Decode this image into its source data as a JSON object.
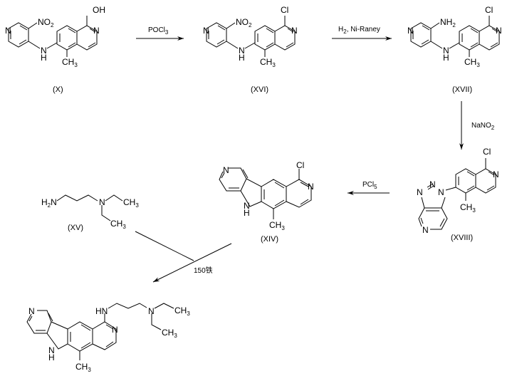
{
  "compounds": {
    "X": {
      "label": "(X)",
      "substituent": "OH",
      "pyridine_group": "NO2"
    },
    "XVI": {
      "label": "(XVI)",
      "substituent": "Cl",
      "pyridine_group": "NO2"
    },
    "XVII": {
      "label": "(XVII)",
      "substituent": "Cl",
      "pyridine_group": "NH2"
    },
    "XVIII": {
      "label": "(XVIII)",
      "substituent": "Cl"
    },
    "XIV": {
      "label": "(XIV)",
      "substituent": "Cl"
    },
    "XV": {
      "label": "(XV)"
    },
    "product": {
      "label": ""
    }
  },
  "atoms": {
    "N": "N",
    "H": "H",
    "NH": "HN",
    "O": "O",
    "C": "C",
    "Cl": "Cl",
    "CH": "CH",
    "sub3": "3",
    "sub2": "2",
    "H2": "H",
    "NO": "NO",
    "NH2": "NH"
  },
  "reagents": {
    "step1": {
      "main": "POCl",
      "sub": "3"
    },
    "step2": {
      "main_a": "H",
      "sub": "2",
      "main_b": ", Ni-Raney"
    },
    "step3": {
      "main": "NaNO",
      "sub": "2"
    },
    "step4": {
      "main": "PCl",
      "sub": "5"
    },
    "step5": {
      "main": "150铁"
    }
  }
}
